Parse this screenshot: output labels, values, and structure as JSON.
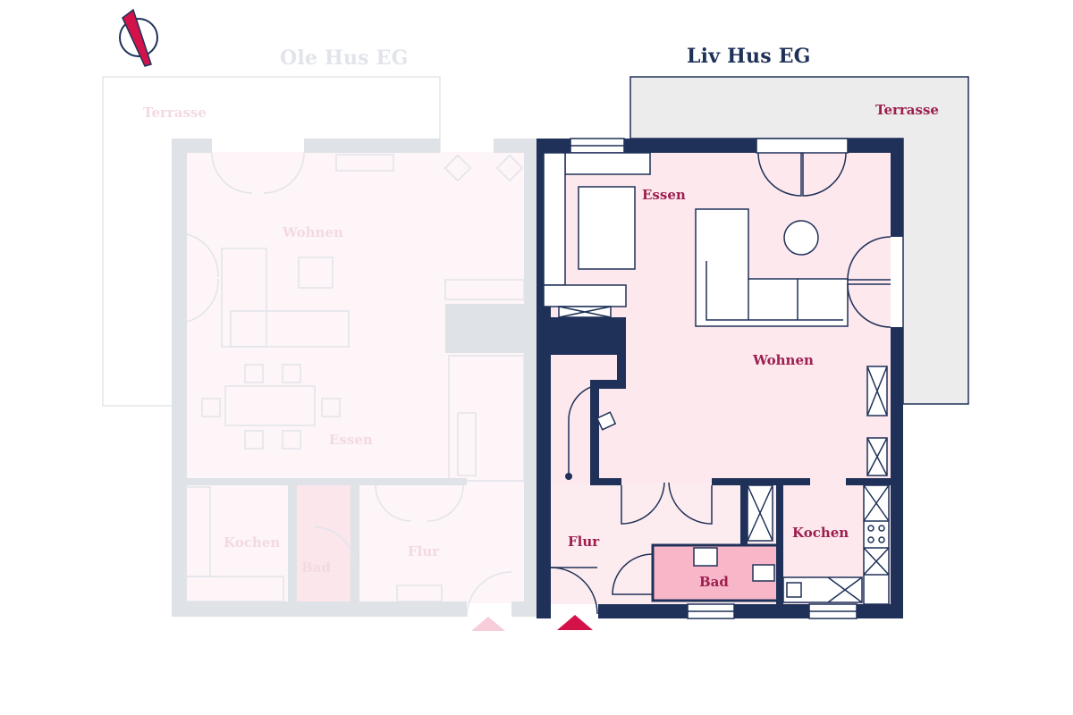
{
  "plans": {
    "ghost": {
      "title": "Ole Hus EG",
      "rooms": {
        "terrasse": "Terrasse",
        "wohnen": "Wohnen",
        "essen": "Essen",
        "kochen": "Kochen",
        "bad": "Bad",
        "flur": "Flur"
      }
    },
    "main": {
      "title": "Liv Hus EG",
      "rooms": {
        "terrasse": "Terrasse",
        "essen": "Essen",
        "wohnen": "Wohnen",
        "flur": "Flur",
        "kochen": "Kochen",
        "bad": "Bad"
      }
    }
  },
  "colors": {
    "wall_main": "#1f3158",
    "room_fill_main": "#fde8ee",
    "bad_fill_main": "#f8b7c8",
    "terrace_main": "#ececec",
    "label_main": "#9c1f4f",
    "accent": "#d3124a",
    "ghost_wall": "#dfe2e7",
    "ghost_fill": "#fdf5f7",
    "ghost_label": "#f3d9e0"
  },
  "icons": {
    "compass": "north-arrow-icon",
    "entrance": "entrance-triangle-icon"
  }
}
